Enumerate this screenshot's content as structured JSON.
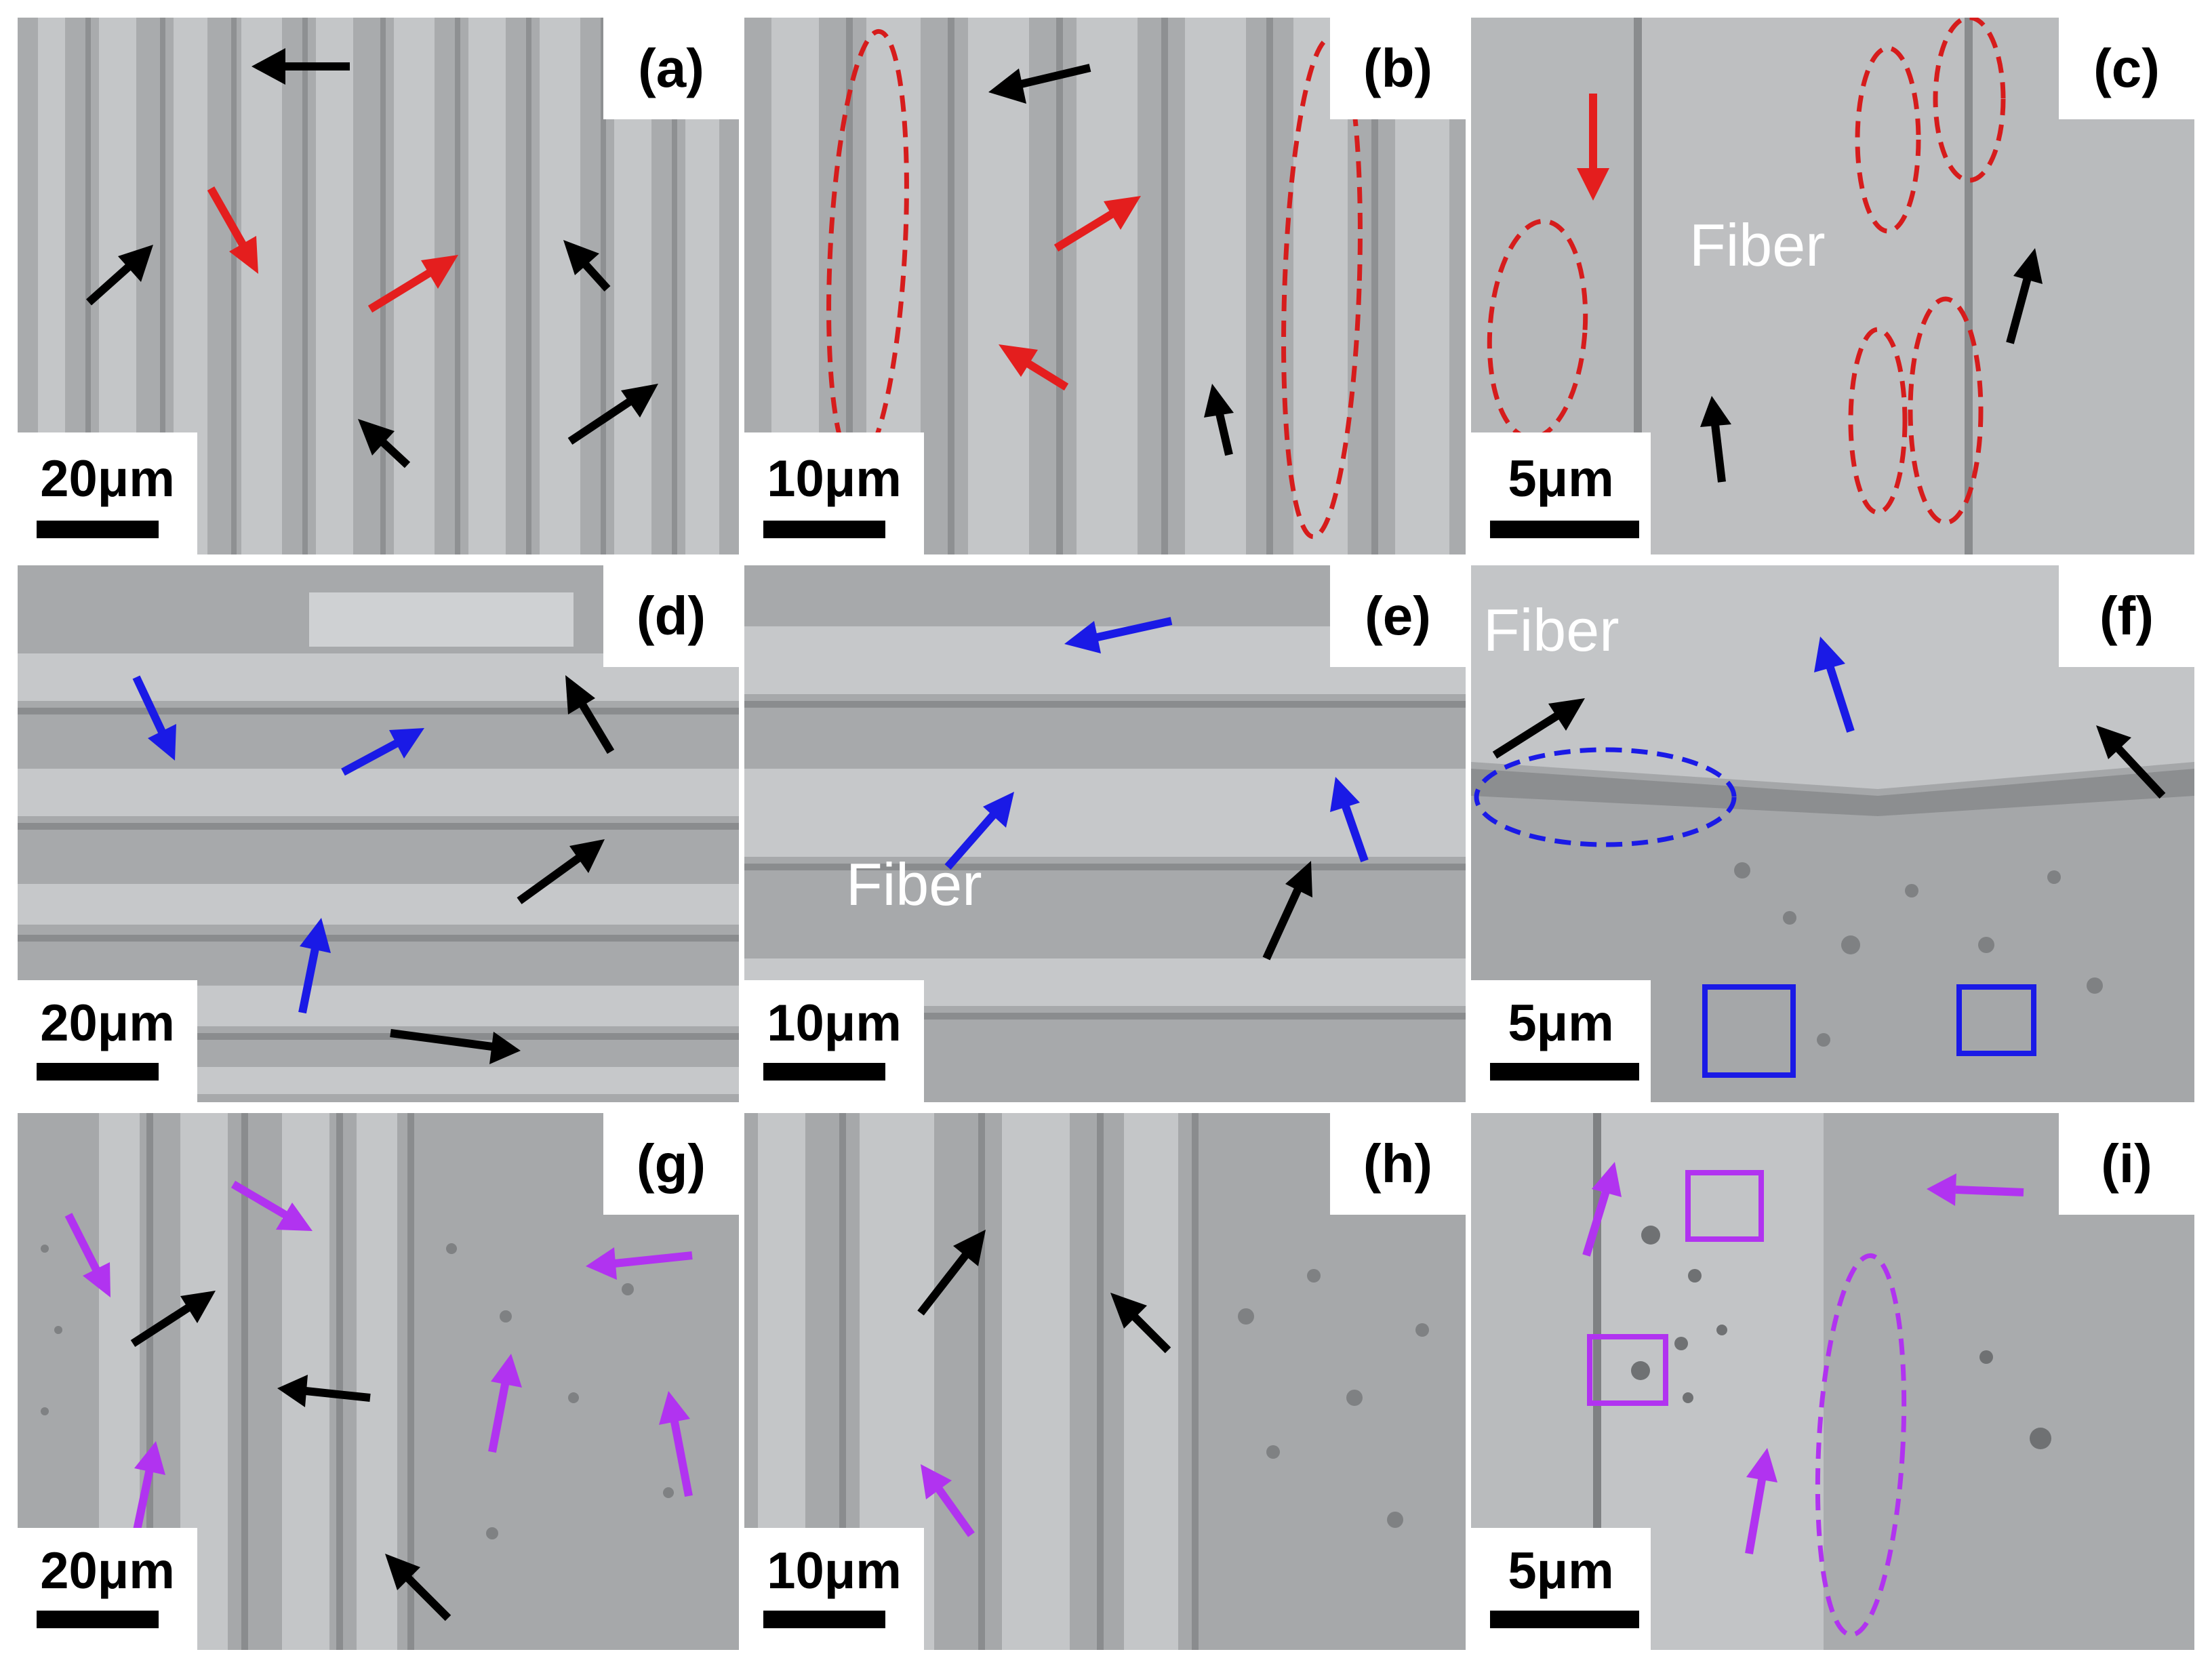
{
  "figure": {
    "panels": [
      {
        "id": "a",
        "label": "(a)",
        "scale_bar": "20μm",
        "fiber_label": ""
      },
      {
        "id": "b",
        "label": "(b)",
        "scale_bar": "10μm",
        "fiber_label": ""
      },
      {
        "id": "c",
        "label": "(c)",
        "scale_bar": "5μm",
        "fiber_label": "Fiber"
      },
      {
        "id": "d",
        "label": "(d)",
        "scale_bar": "20μm",
        "fiber_label": ""
      },
      {
        "id": "e",
        "label": "(e)",
        "scale_bar": "10μm",
        "fiber_label": "Fiber"
      },
      {
        "id": "f",
        "label": "(f)",
        "scale_bar": "5μm",
        "fiber_label": "Fiber"
      },
      {
        "id": "g",
        "label": "(g)",
        "scale_bar": "20μm",
        "fiber_label": ""
      },
      {
        "id": "h",
        "label": "(h)",
        "scale_bar": "10μm",
        "fiber_label": ""
      },
      {
        "id": "i",
        "label": "(i)",
        "scale_bar": "5μm",
        "fiber_label": ""
      }
    ]
  },
  "colors": {
    "black_arrow": "#000000",
    "red_arrow": "#e41e1e",
    "blue_arrow": "#1a1ae6",
    "purple_arrow": "#b133f0",
    "red_ellipse": "#d61c1c",
    "blue_ellipse": "#1a1ae6",
    "purple_ellipse": "#b133f0",
    "sem_gray": "#a7a9ab"
  }
}
